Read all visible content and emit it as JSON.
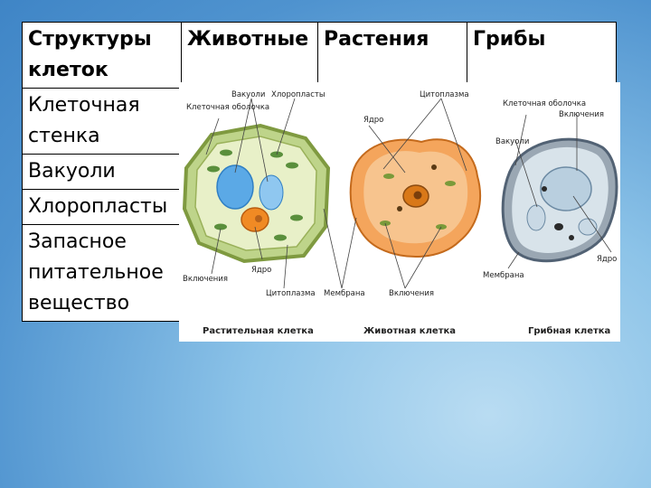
{
  "table": {
    "headers": [
      "Структуры клеток",
      "Животные",
      "Растения",
      "Грибы"
    ],
    "rows": [
      "Клеточная стенка",
      "Вакуоли",
      "Хлоропласты",
      "Запасное питательное вещество"
    ]
  },
  "figure": {
    "plant": {
      "caption": "Растительная клетка",
      "labels": [
        "Вакуоли",
        "Хлоропласты",
        "Клеточная оболочка",
        "Ядро",
        "Включения",
        "Цитоплазма",
        "Мембрана"
      ]
    },
    "animal": {
      "caption": "Животная клетка",
      "labels": [
        "Цитоплазма",
        "Ядро",
        "Включения"
      ]
    },
    "fungal": {
      "caption": "Грибная клетка",
      "labels": [
        "Клеточная оболочка",
        "Включения",
        "Вакуоли",
        "Ядро",
        "Мембрана"
      ]
    }
  }
}
